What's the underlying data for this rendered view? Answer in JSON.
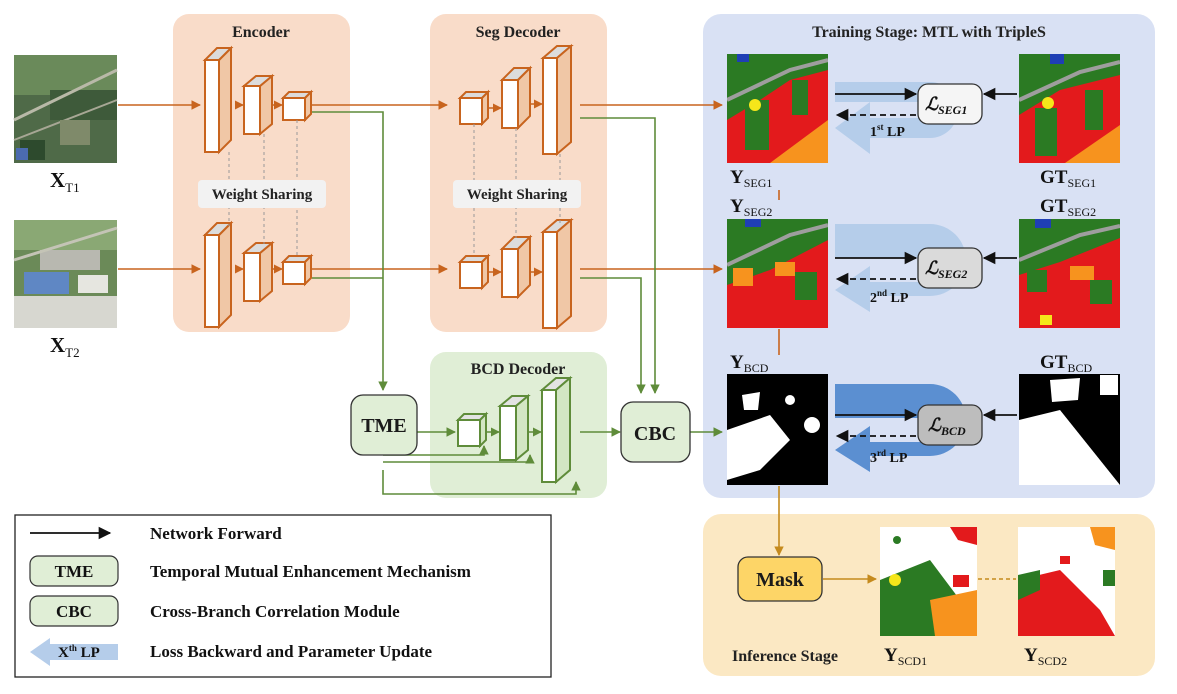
{
  "encoder": {
    "title": "Encoder",
    "weight_sharing": "Weight Sharing"
  },
  "seg_decoder": {
    "title": "Seg Decoder",
    "weight_sharing": "Weight Sharing"
  },
  "bcd_decoder": {
    "title": "BCD Decoder"
  },
  "training": {
    "title": "Training Stage: MTL with TripleS"
  },
  "inference": {
    "title": "Inference Stage"
  },
  "inputs": {
    "t1": {
      "main": "X",
      "sub": "T1"
    },
    "t2": {
      "main": "X",
      "sub": "T2"
    }
  },
  "modules": {
    "tme": "TME",
    "cbc": "CBC",
    "mask": "Mask"
  },
  "outputs": {
    "y_seg1": {
      "main": "Y",
      "sub": "SEG1"
    },
    "y_seg2": {
      "main": "Y",
      "sub": "SEG2"
    },
    "y_bcd": {
      "main": "Y",
      "sub": "BCD"
    },
    "gt_seg1": {
      "main": "GT",
      "sub": "SEG1"
    },
    "gt_seg2": {
      "main": "GT",
      "sub": "SEG2"
    },
    "gt_bcd": {
      "main": "GT",
      "sub": "BCD"
    },
    "y_scd1": {
      "main": "Y",
      "sub": "SCD1"
    },
    "y_scd2": {
      "main": "Y",
      "sub": "SCD2"
    }
  },
  "losses": {
    "seg1": {
      "main": "ℒ",
      "sub": "SEG1"
    },
    "seg2": {
      "main": "ℒ",
      "sub": "SEG2"
    },
    "bcd": {
      "main": "ℒ",
      "sub": "BCD"
    }
  },
  "lp_arrows": {
    "first": {
      "num": "1",
      "sup": "st",
      "suffix": " LP"
    },
    "second": {
      "num": "2",
      "sup": "nd",
      "suffix": " LP"
    },
    "third": {
      "num": "3",
      "sup": "rd",
      "suffix": " LP"
    }
  },
  "legend": {
    "forward": "Network Forward",
    "tme_box": "TME",
    "tme_desc": "Temporal Mutual Enhancement Mechanism",
    "cbc_box": "CBC",
    "cbc_desc": "Cross-Branch Correlation Module",
    "lp_box_main": "X",
    "lp_box_sup": "th",
    "lp_box_suffix": " LP",
    "lp_desc": "Loss Backward and Parameter Update"
  },
  "colors": {
    "encoder_bg": "#f9dcc9",
    "bcd_bg": "#e0eed6",
    "training_bg": "#d9e1f4",
    "inference_bg": "#fbe8c3",
    "orange_line": "#c8641e",
    "green_line": "#5f8c3a",
    "gold_line": "#c58a1c",
    "seg_red": "#e31a1c",
    "seg_green": "#2b7a23",
    "seg_orange": "#f7931e",
    "seg_gray": "#9e9e9e",
    "seg_yellow": "#f5e61a",
    "seg_blue": "#1f3fb5",
    "lp_light": "#b5cdea",
    "lp_dark": "#5b8fd1"
  }
}
